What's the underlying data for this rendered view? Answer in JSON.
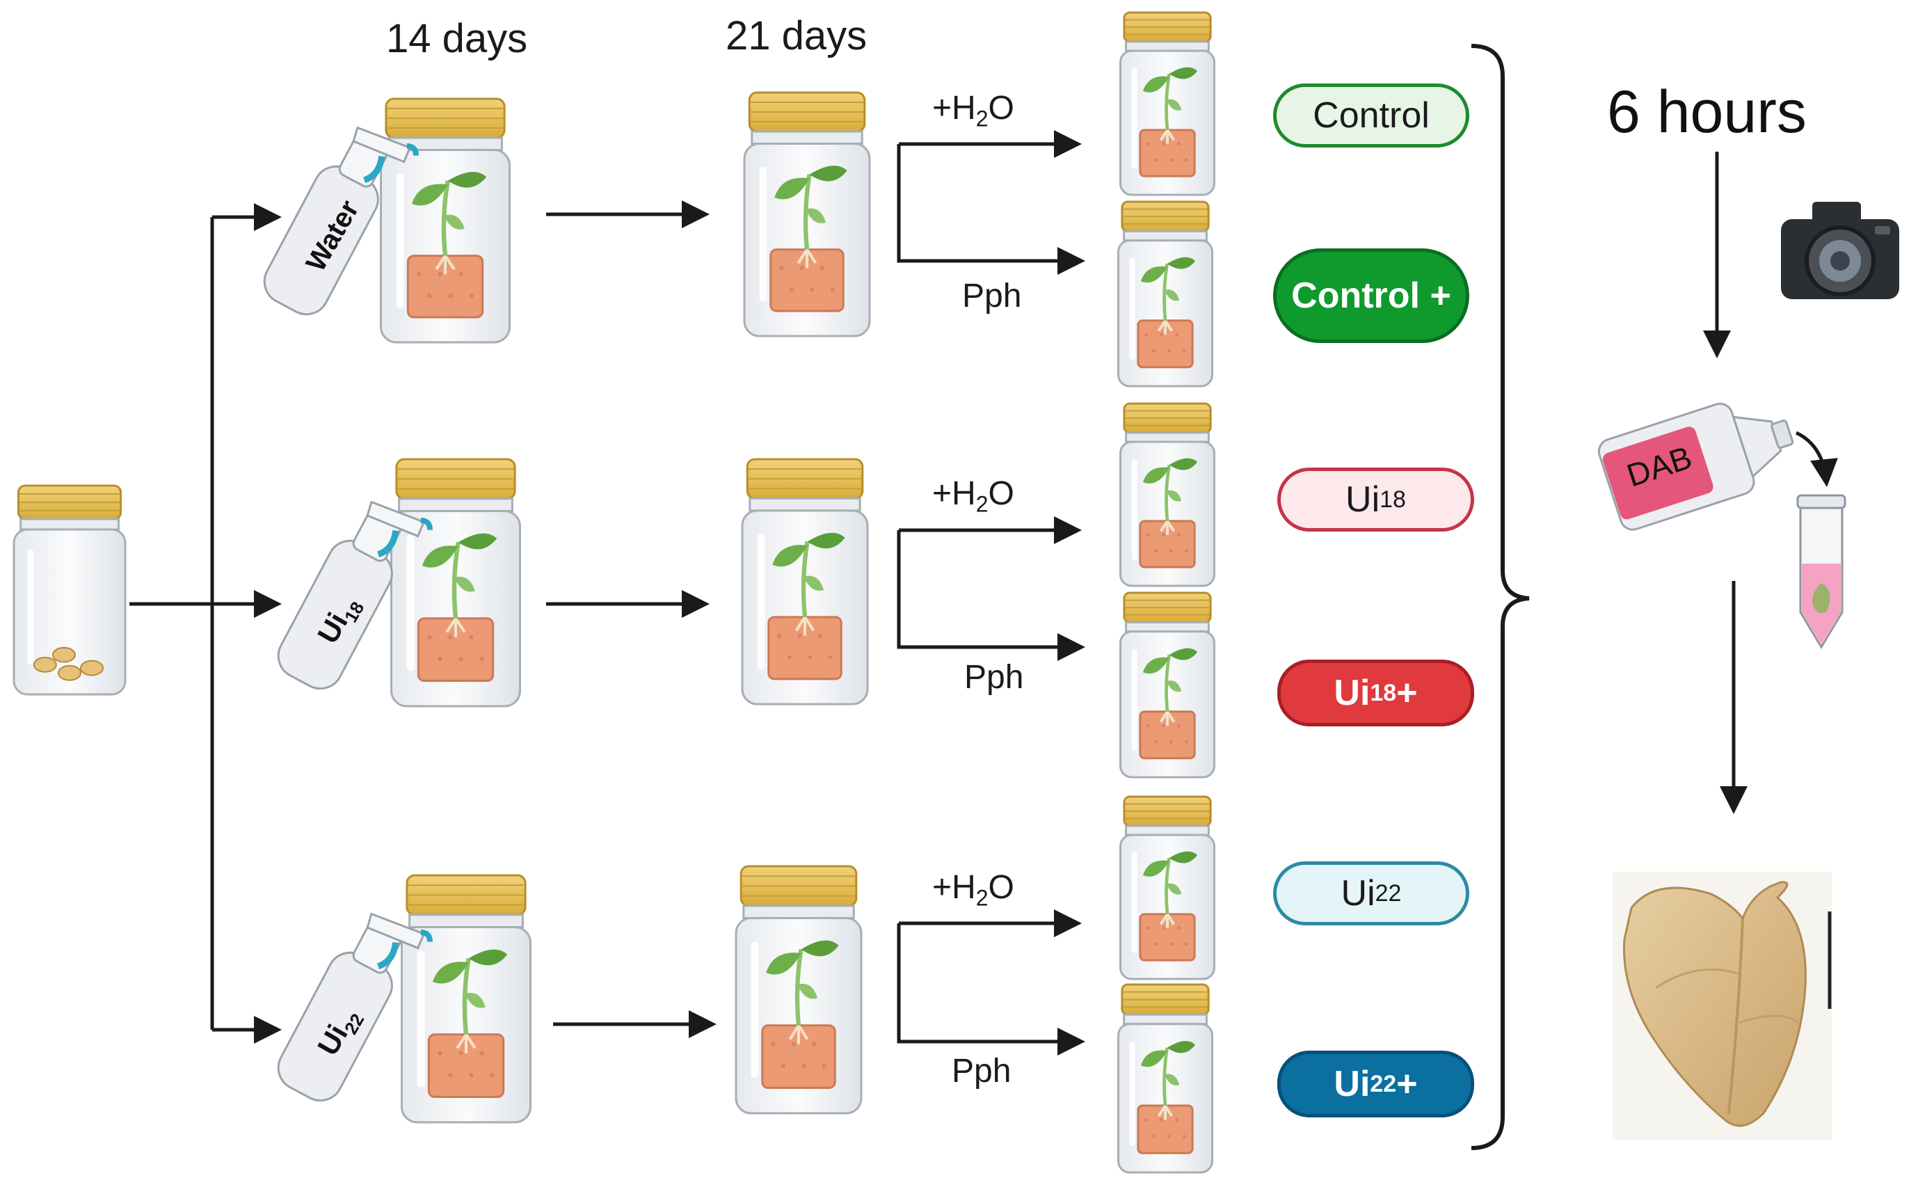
{
  "header": {
    "day14": "14 days",
    "day21": "21 days",
    "hours": "6 hours"
  },
  "bottles": {
    "water": "Water",
    "ui18_main": "Ui",
    "ui18_sub": "18",
    "ui22_main": "Ui",
    "ui22_sub": "22",
    "dab": "DAB"
  },
  "branch": {
    "water_plus": "+H",
    "water_sub": "2",
    "water_end": "O",
    "pph": "Pph"
  },
  "groups": [
    {
      "main": "Control",
      "sub": "",
      "tail": "",
      "fill": "#e6f5e6",
      "border": "#1e8a2e",
      "text": "#1a1a1a"
    },
    {
      "main": "Control +",
      "sub": "",
      "tail": "",
      "fill": "#0f9a2e",
      "border": "#0a6e20",
      "text": "#ffffff"
    },
    {
      "main": "Ui",
      "sub": "18",
      "tail": "",
      "fill": "#fde8ec",
      "border": "#c4354a",
      "text": "#1a1a1a"
    },
    {
      "main": "Ui",
      "sub": "18",
      "tail": " +",
      "fill": "#e03a3e",
      "border": "#a81f24",
      "text": "#ffffff"
    },
    {
      "main": "Ui",
      "sub": "22",
      "tail": "",
      "fill": "#e4f4f7",
      "border": "#2b8aa6",
      "text": "#1a1a1a"
    },
    {
      "main": "Ui",
      "sub": "22",
      "tail": " +",
      "fill": "#0b6fa0",
      "border": "#07507a",
      "text": "#ffffff"
    }
  ],
  "colors": {
    "lid": "#e8c45a",
    "soil": "#ec9a74",
    "plant": "#5a9e3a",
    "arrow": "#1a1a1a",
    "leaf_photo": "#d8b887"
  }
}
